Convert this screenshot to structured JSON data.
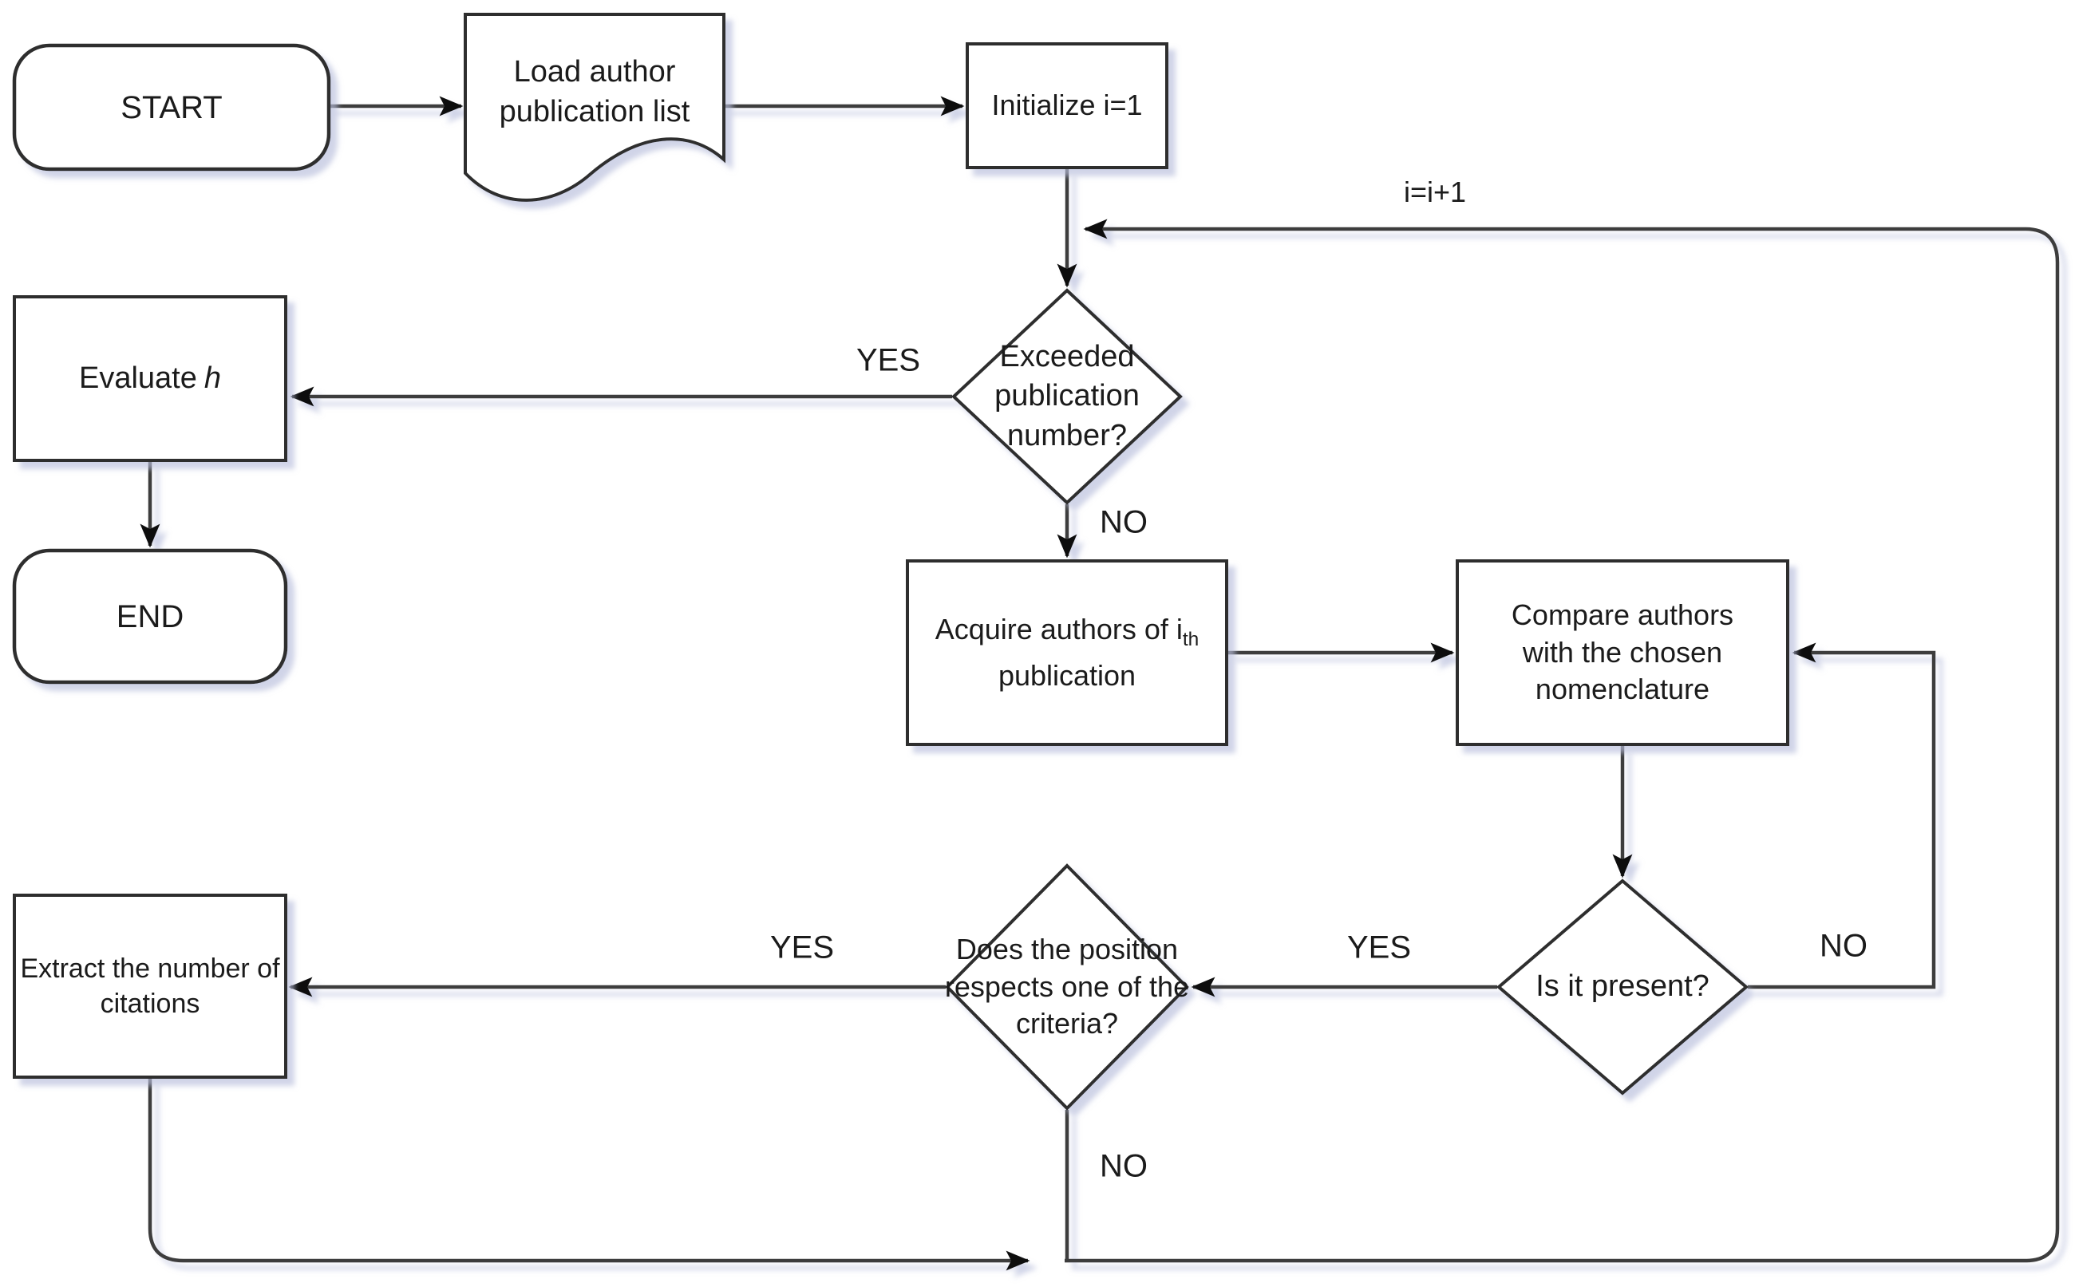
{
  "diagram": {
    "background_color": "#ffffff",
    "line_color": "#3c3c3c",
    "border_color": "#2d2d2d",
    "shadow_color": "#b7bddc",
    "nodes": {
      "start": {
        "type": "terminator",
        "label": "START"
      },
      "load": {
        "type": "document",
        "label": "Load author publication list"
      },
      "init": {
        "type": "process",
        "label": "Initialize i=1"
      },
      "exceeded": {
        "type": "decision",
        "label": "Exceeded publication number?"
      },
      "evaluate": {
        "type": "process",
        "label_prefix": "Evaluate",
        "variable": "h"
      },
      "end": {
        "type": "terminator",
        "label": "END"
      },
      "acquire": {
        "type": "process",
        "line1_prefix": "Acquire authors of i",
        "line1_sub": "th",
        "line2": "publication"
      },
      "compare": {
        "type": "process",
        "label": "Compare authors with the chosen nomenclature"
      },
      "present": {
        "type": "decision",
        "label": "Is it present?"
      },
      "position": {
        "type": "decision",
        "label": "Does the position respects one of the criteria?"
      },
      "extract": {
        "type": "process",
        "line1": "Extract the number of",
        "line2": "citations"
      }
    },
    "edge_labels": {
      "exceeded_yes": "YES",
      "exceeded_no": "NO",
      "increment": "i=i+1",
      "position_yes": "YES",
      "present_yes": "YES",
      "present_no": "NO",
      "position_no": "NO"
    }
  }
}
